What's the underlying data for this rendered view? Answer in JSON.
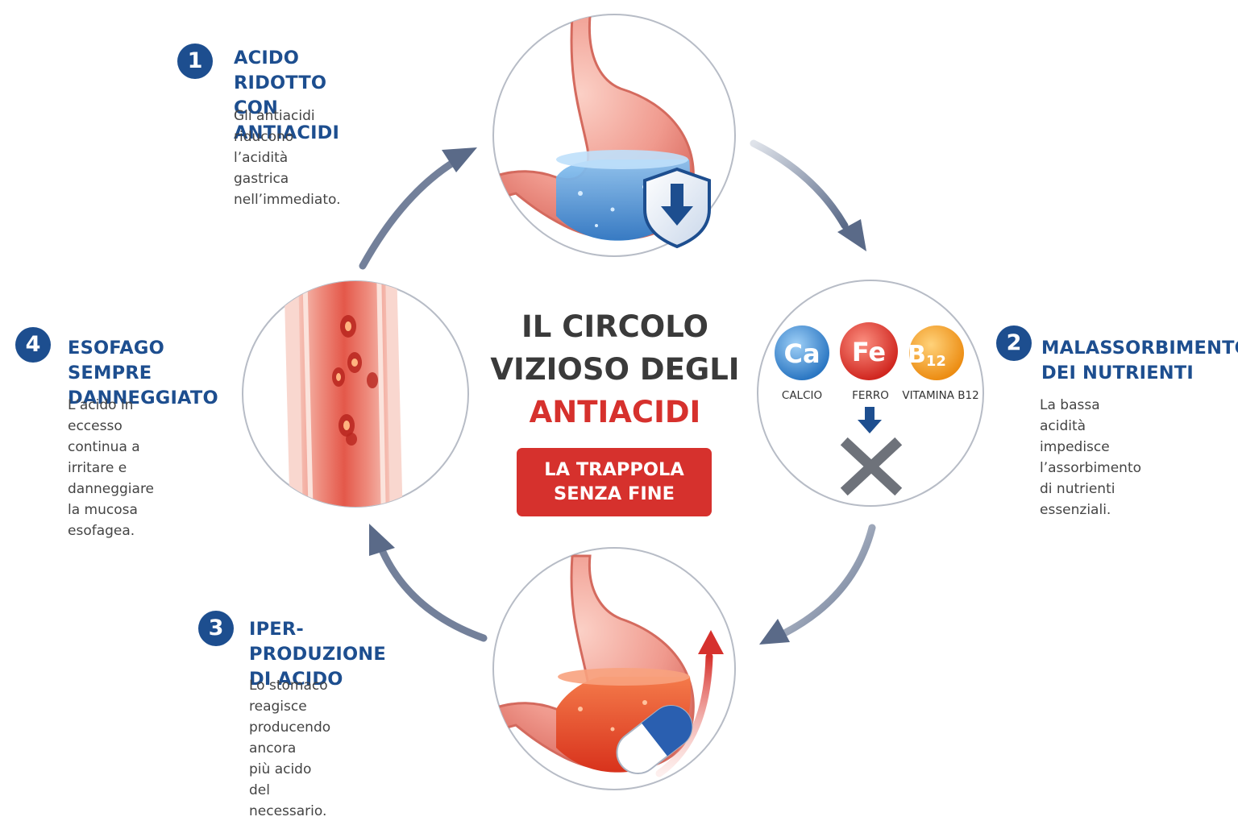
{
  "title": {
    "line1": "IL CIRCOLO",
    "line2": "VIZIOSO DEGLI",
    "line3": "ANTIACIDI"
  },
  "banner": {
    "line1": "LA TRAPPOLA",
    "line2": "SENZA FINE"
  },
  "steps": [
    {
      "number": "1",
      "title": "ACIDO RIDOTTO\nCON ANTIACIDI",
      "text": "Gli antiacidi riducono\nl’acidità gastrica\nnell’immediato."
    },
    {
      "number": "2",
      "title": "MALASSORBIMENTO\nDEI NUTRIENTI",
      "text": "La bassa acidità impedisce\nl’assorbimento di nutrienti\nessenziali."
    },
    {
      "number": "3",
      "title": "IPER-PRODUZIONE\nDI ACIDO",
      "text": "Lo stomaco reagisce\nproducendo ancora\npiù acido del\nnecessario."
    },
    {
      "number": "4",
      "title": "ESOFAGO SEMPRE\nDANNEGGIATO",
      "text": "L’acido in eccesso\ncontinua a irritare e\ndanneggiare la mucosa\nesofagea."
    }
  ],
  "nutrients": [
    {
      "symbol": "Ca",
      "label": "CALCIO"
    },
    {
      "symbol": "Fe",
      "label": "FERRO"
    },
    {
      "symbol": "B",
      "subscript": "12",
      "label": "VITAMINA B12"
    }
  ],
  "icons": {
    "shield": "shield-down-arrow-icon",
    "pill": "capsule-pill-icon",
    "cross": "x-cross-icon",
    "down_arrow": "down-arrow-icon",
    "up_arrow": "up-arrow-icon"
  },
  "colors": {
    "accent_blue": "#1d4e8f",
    "accent_red": "#d6312d",
    "text_dark": "#3a3a3a",
    "arrow_grey": "#5a6a88",
    "calcium": "#3e8fd6",
    "iron": "#e03a34",
    "b12": "#f4a623"
  }
}
